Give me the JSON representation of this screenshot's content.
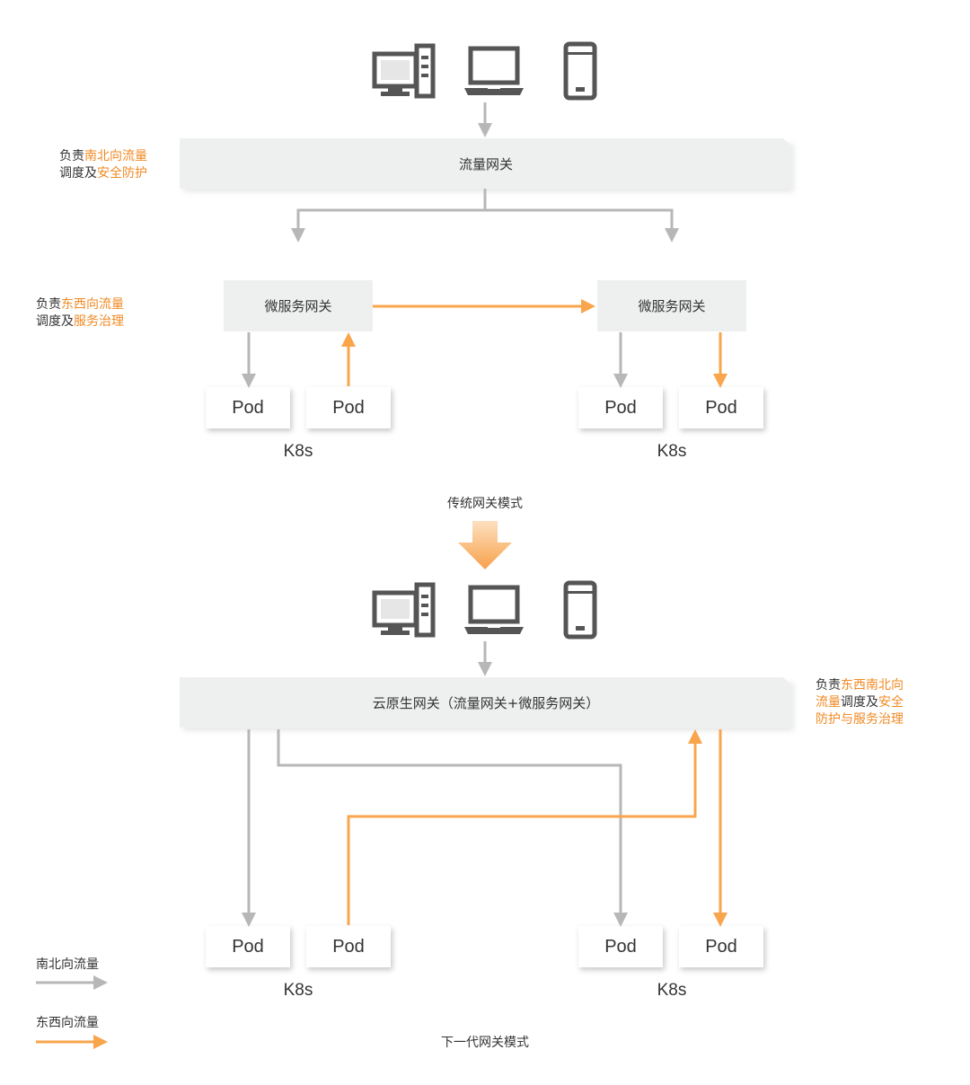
{
  "colors": {
    "gray_flow": "#b7b7b7",
    "orange_flow": "#f9a54c",
    "highlight_text": "#f08a24",
    "device_icon": "#555555",
    "gateway_fill": "#eef0ef"
  },
  "icons": [
    "desktop-computer-icon",
    "laptop-icon",
    "mobile-phone-icon"
  ],
  "top": {
    "gateway_label": "流量网关",
    "side_note": {
      "line1_prefix": "负责",
      "line1_highlight": "南北向流量",
      "line2_prefix": "调度及",
      "line2_highlight": "安全防护"
    },
    "microservice_note": {
      "line1_prefix": "负责",
      "line1_highlight": "东西向流量",
      "line2_prefix": "调度及",
      "line2_highlight": "服务治理"
    },
    "clusters": [
      {
        "gateway_label": "微服务网关",
        "pods": [
          "Pod",
          "Pod"
        ],
        "k8s_label": "K8s"
      },
      {
        "gateway_label": "微服务网关",
        "pods": [
          "Pod",
          "Pod"
        ],
        "k8s_label": "K8s"
      }
    ],
    "mode_label": "传统网关模式"
  },
  "bottom": {
    "gateway_label": "云原生网关（流量网关+微服务网关）",
    "side_note": {
      "line1_prefix": "负责",
      "line1_highlight": "东西南北向",
      "line2_highlight": "流量",
      "line2_mid": "调度及",
      "line2_highlight2": "安全",
      "line3_highlight": "防护与服务治理"
    },
    "clusters": [
      {
        "pods": [
          "Pod",
          "Pod"
        ],
        "k8s_label": "K8s"
      },
      {
        "pods": [
          "Pod",
          "Pod"
        ],
        "k8s_label": "K8s"
      }
    ],
    "mode_label": "下一代网关模式"
  },
  "legend": {
    "north_south": "南北向流量",
    "east_west": "东西向流量"
  }
}
